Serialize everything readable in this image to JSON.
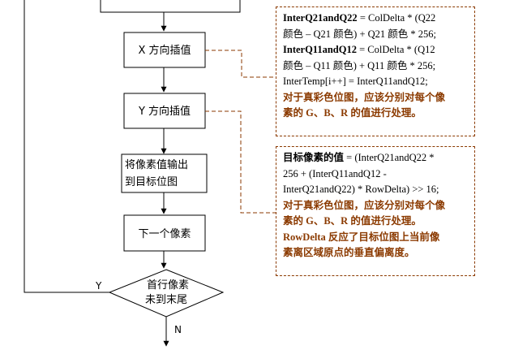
{
  "flowchart": {
    "nodes": {
      "x_interp": "X 方向插值",
      "y_interp": "Y 方向插值",
      "output_line1": "将像素值输出",
      "output_line2": "到目标位图",
      "next_pixel": "下一个像素",
      "decision_line1": "首行像素",
      "decision_line2": "未到末尾"
    },
    "edges": {
      "yes": "Y",
      "no": "N"
    }
  },
  "notes": {
    "note1": {
      "q22_name": "InterQ21andQ22",
      "q22_expr1": " = ColDelta * (Q22",
      "q22_expr2": "颜色 – Q21 颜色) + Q21 颜色  * 256;",
      "q12_name": "InterQ11andQ12",
      "q12_expr1": " = ColDelta * (Q12",
      "q12_expr2": "颜色 – Q11 颜色) + Q11 颜色  * 256;",
      "temp_line": "InterTemp[i++] = InterQ11andQ12;",
      "rgb_line1": "对于真彩色位图，应该分别对每个像",
      "rgb_line2": "素的 G、B、R 的值进行处理。"
    },
    "note2": {
      "target_label": "目标像素的值",
      "target_expr1": " = (InterQ21andQ22 *",
      "target_expr2": "256     +     (InterQ11andQ12     -",
      "target_expr3": "InterQ21andQ22) * RowDelta) >> 16;",
      "rgb_line1": "对于真彩色位图，应该分别对每个像",
      "rgb_line2": "素的 G、B、R 的值进行处理。",
      "rowdelta_line1": "RowDelta 反应了目标位图上当前像",
      "rowdelta_line2": "素离区域原点的垂直偏离度。"
    }
  },
  "colors": {
    "note_accent": "#8b3a00",
    "line": "#000000",
    "dash": "#8b3a00"
  }
}
